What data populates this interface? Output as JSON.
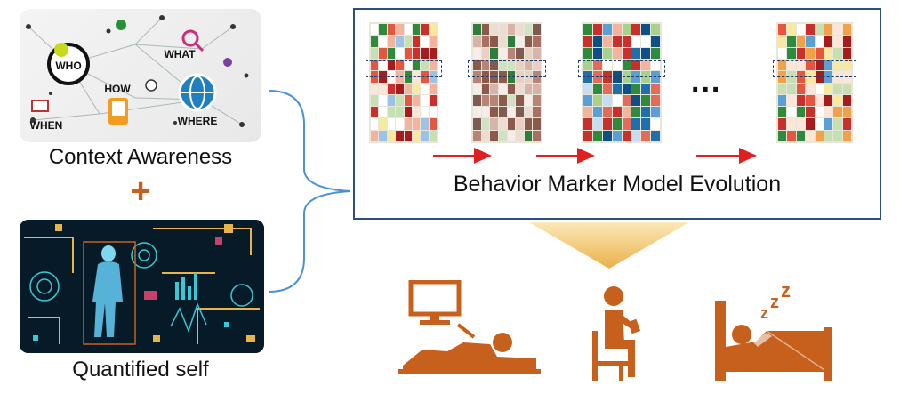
{
  "left": {
    "context_label": "Context Awareness",
    "plus_symbol": "+",
    "quantified_label": "Quantified self",
    "context_words": [
      "WHO",
      "WHAT",
      "HOW",
      "WHEN",
      "WHERE"
    ]
  },
  "evolution": {
    "caption": "Behavior Marker Model Evolution",
    "ellipsis": "..."
  },
  "colors": {
    "box_border": "#2d4f7e",
    "brace": "#4a90d9",
    "arrow": "#e02020",
    "accent_orange": "#c8601d",
    "down_arrow": "#f2c46a"
  },
  "icons": {
    "activities": [
      "watching-tv-lying-icon",
      "sitting-person-icon",
      "sleeping-in-bed-icon"
    ]
  }
}
